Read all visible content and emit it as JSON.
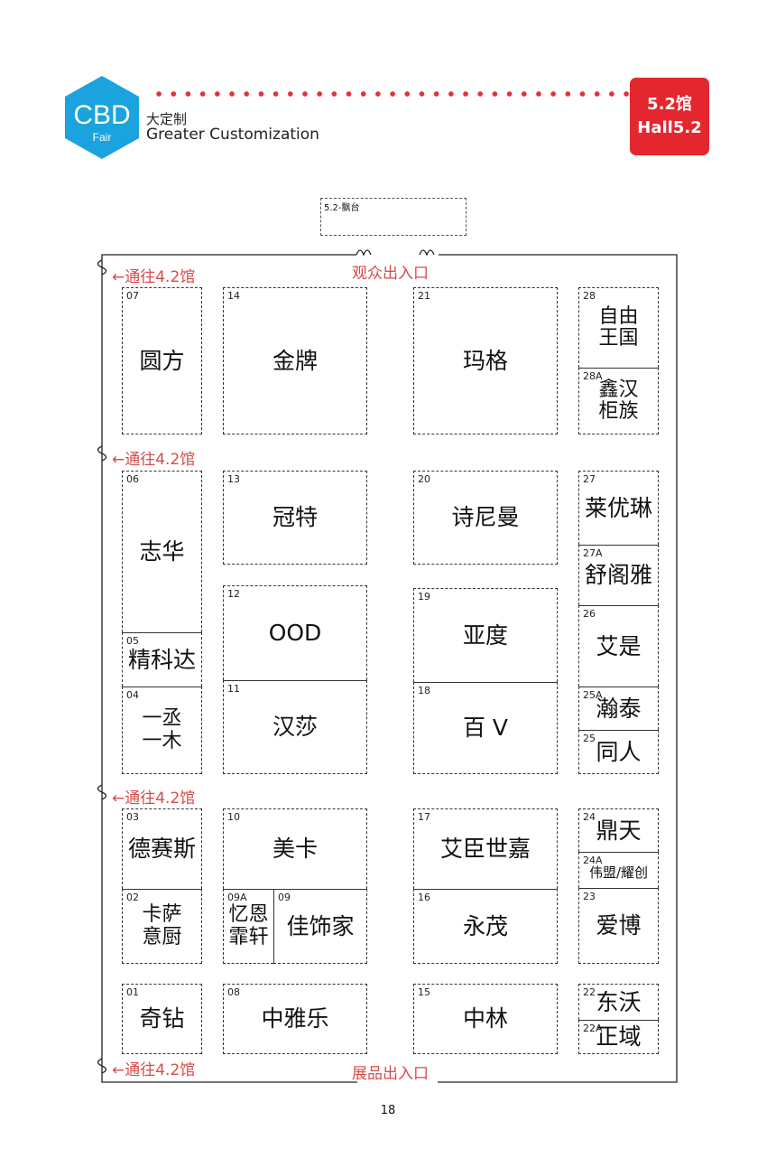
{
  "header": {
    "logo_text": "CBD",
    "logo_sub": "Fair",
    "tagline_cn": "大定制",
    "tagline_en": "Greater Customization",
    "hall_cn": "5.2馆",
    "hall_en": "Hall5.2",
    "accent_color": "#e4262e",
    "logo_color": "#1aa3de"
  },
  "map": {
    "stage_label": "5.2-飘台",
    "top_entrance": "观众出入口",
    "bottom_entrance": "展品出入口",
    "passage_label": "←通往4.2馆",
    "booths": [
      {
        "id": "07",
        "name": "圆方"
      },
      {
        "id": "14",
        "name": "金牌"
      },
      {
        "id": "21",
        "name": "玛格"
      },
      {
        "id": "28",
        "name": "自由\n王国"
      },
      {
        "id": "28A",
        "name": "鑫汉\n柜族"
      },
      {
        "id": "06",
        "name": "志华"
      },
      {
        "id": "05",
        "name": "精科达"
      },
      {
        "id": "04",
        "name": "一丞\n一木"
      },
      {
        "id": "13",
        "name": "冠特"
      },
      {
        "id": "12",
        "name": "OOD"
      },
      {
        "id": "11",
        "name": "汉莎"
      },
      {
        "id": "20",
        "name": "诗尼曼"
      },
      {
        "id": "19",
        "name": "亚度"
      },
      {
        "id": "18",
        "name": "百 V"
      },
      {
        "id": "27",
        "name": "莱优琳"
      },
      {
        "id": "27A",
        "name": "舒阁雅"
      },
      {
        "id": "26",
        "name": "艾是"
      },
      {
        "id": "25A",
        "name": "瀚泰"
      },
      {
        "id": "25",
        "name": "同人"
      },
      {
        "id": "03",
        "name": "德赛斯"
      },
      {
        "id": "02",
        "name": "卡萨\n意厨"
      },
      {
        "id": "01",
        "name": "奇钻"
      },
      {
        "id": "10",
        "name": "美卡"
      },
      {
        "id": "09A",
        "name": "忆恩\n霏轩"
      },
      {
        "id": "09",
        "name": "佳饰家"
      },
      {
        "id": "08",
        "name": "中雅乐"
      },
      {
        "id": "17",
        "name": "艾臣世嘉"
      },
      {
        "id": "16",
        "name": "永茂"
      },
      {
        "id": "15",
        "name": "中林"
      },
      {
        "id": "24",
        "name": "鼎天"
      },
      {
        "id": "24A",
        "name": "伟盟/耀创"
      },
      {
        "id": "23",
        "name": "爱博"
      },
      {
        "id": "22",
        "name": "东沃"
      },
      {
        "id": "22A",
        "name": "正域"
      }
    ]
  },
  "page_number": "18"
}
